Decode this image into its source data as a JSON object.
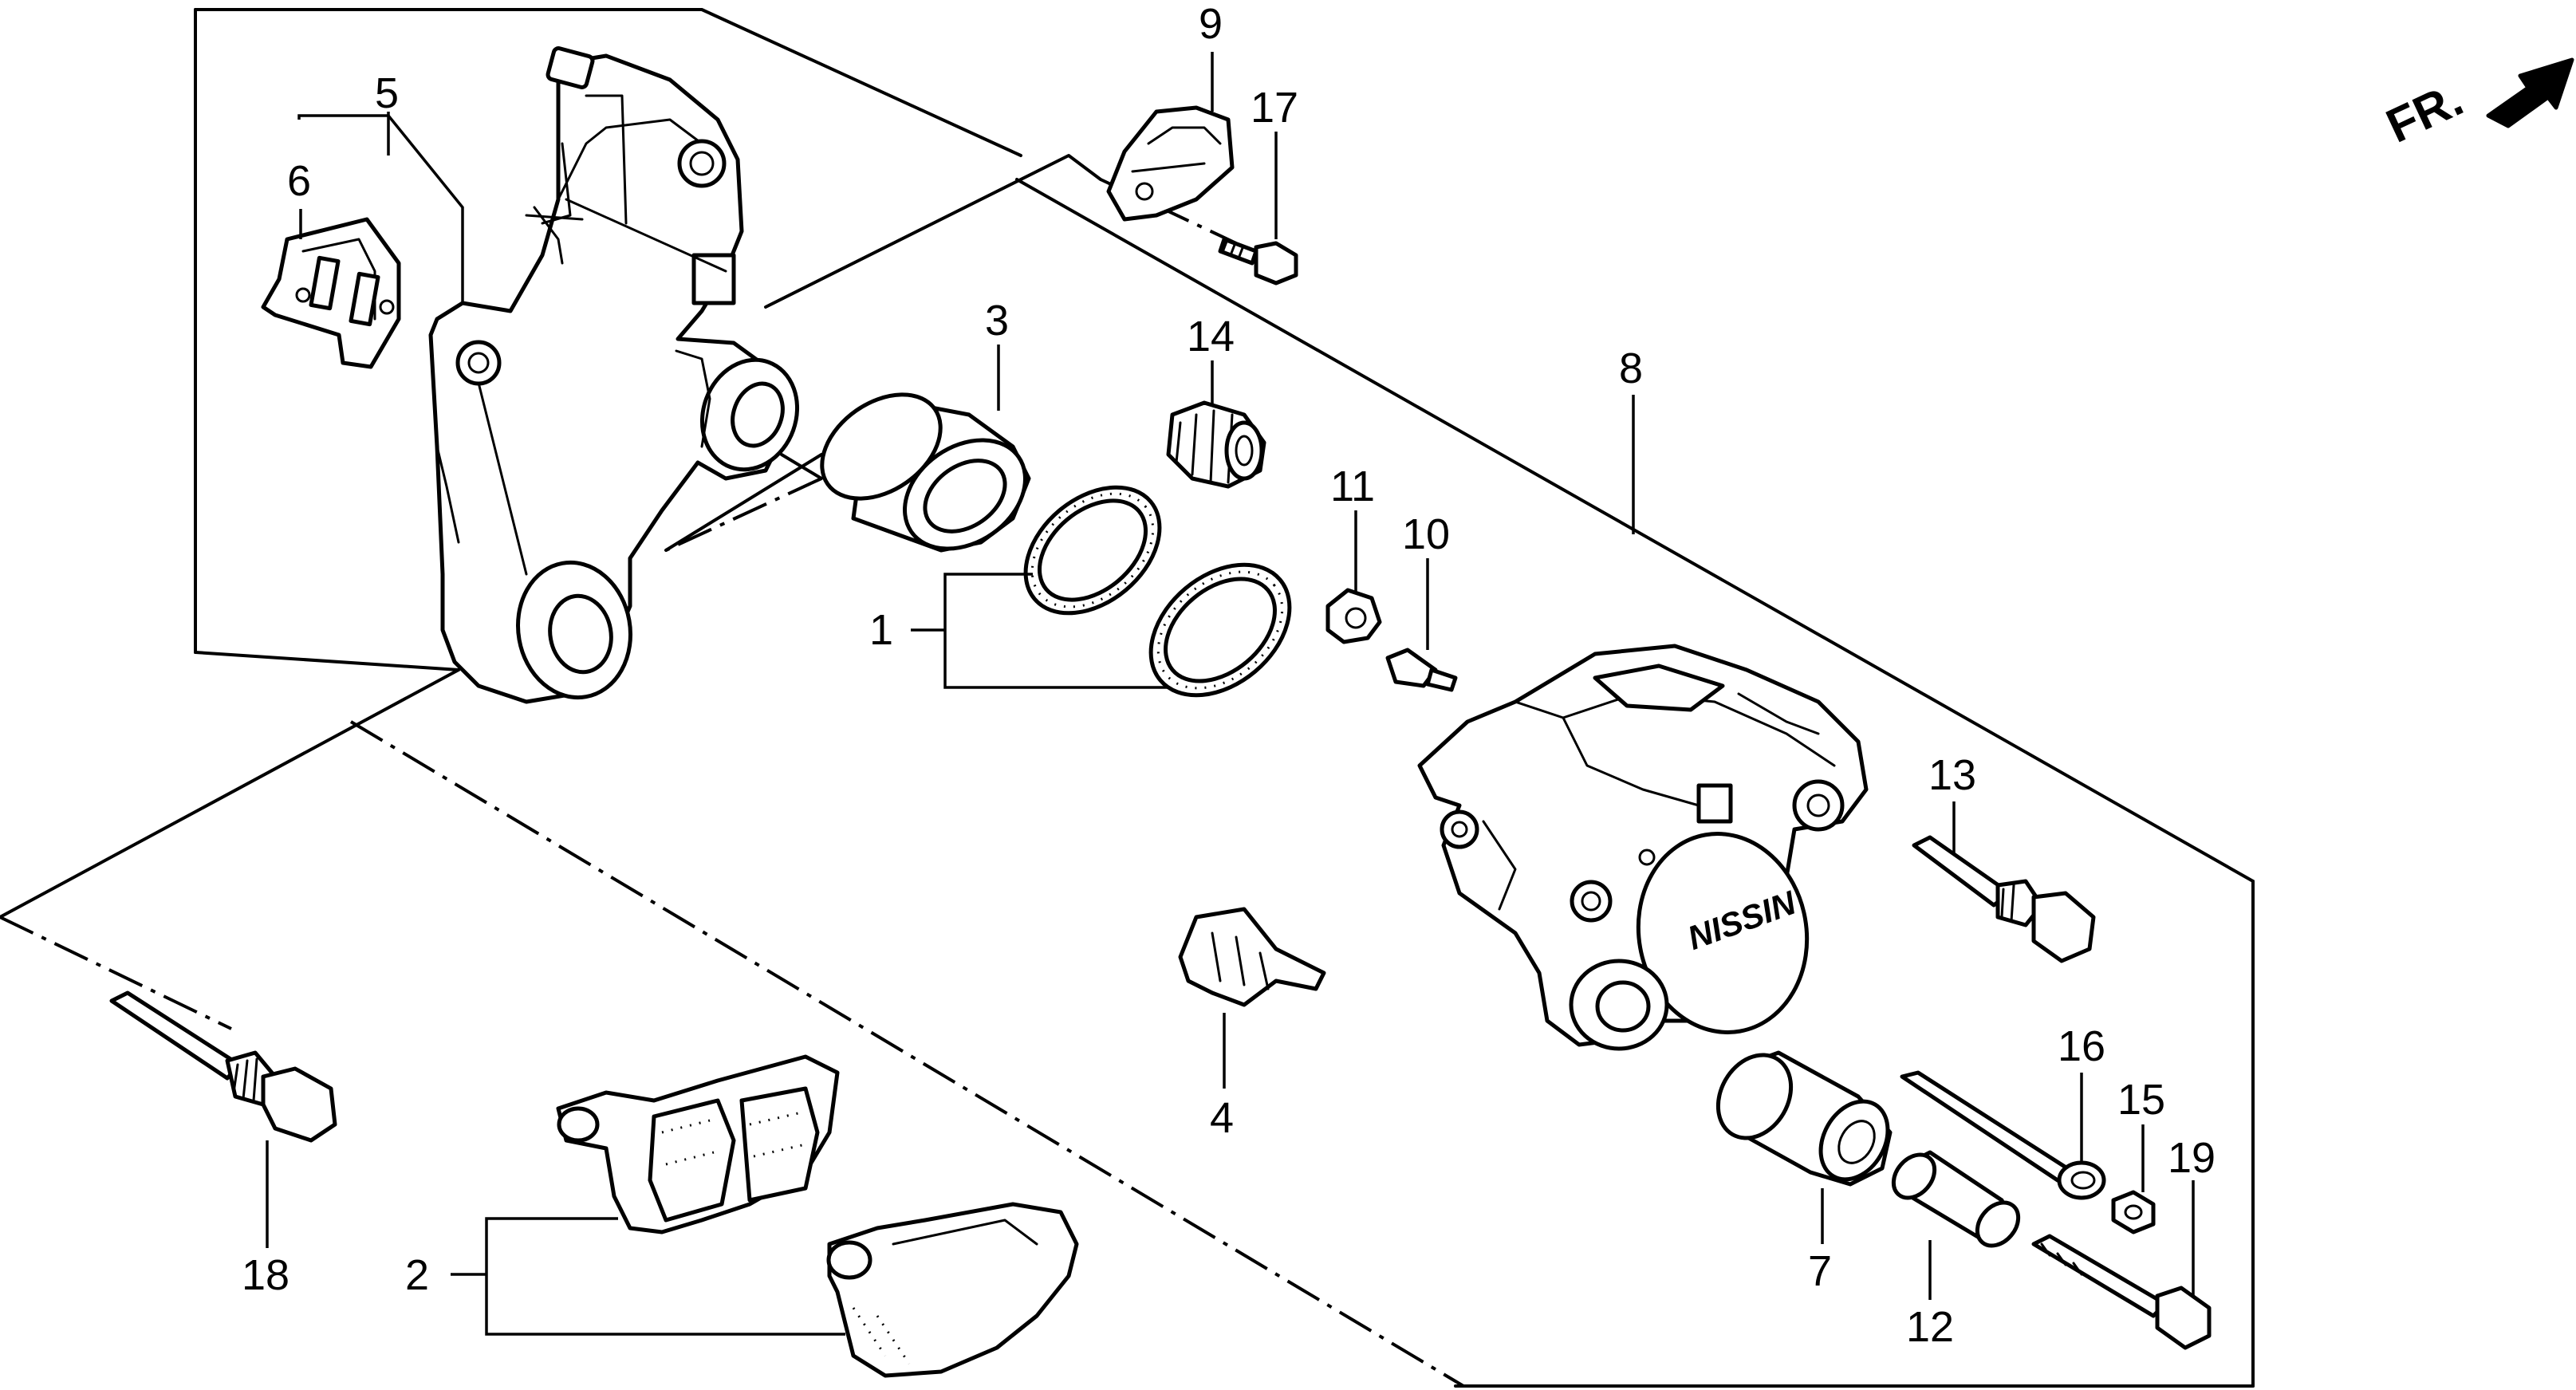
{
  "diagram": {
    "direction_indicator": {
      "label": "FR.",
      "icon": "front-arrow-icon"
    },
    "brand_mark": "NISSIN",
    "callouts": [
      "1",
      "2",
      "3",
      "4",
      "5",
      "6",
      "7",
      "8",
      "9",
      "10",
      "11",
      "12",
      "13",
      "14",
      "15",
      "16",
      "17",
      "18",
      "19"
    ]
  }
}
